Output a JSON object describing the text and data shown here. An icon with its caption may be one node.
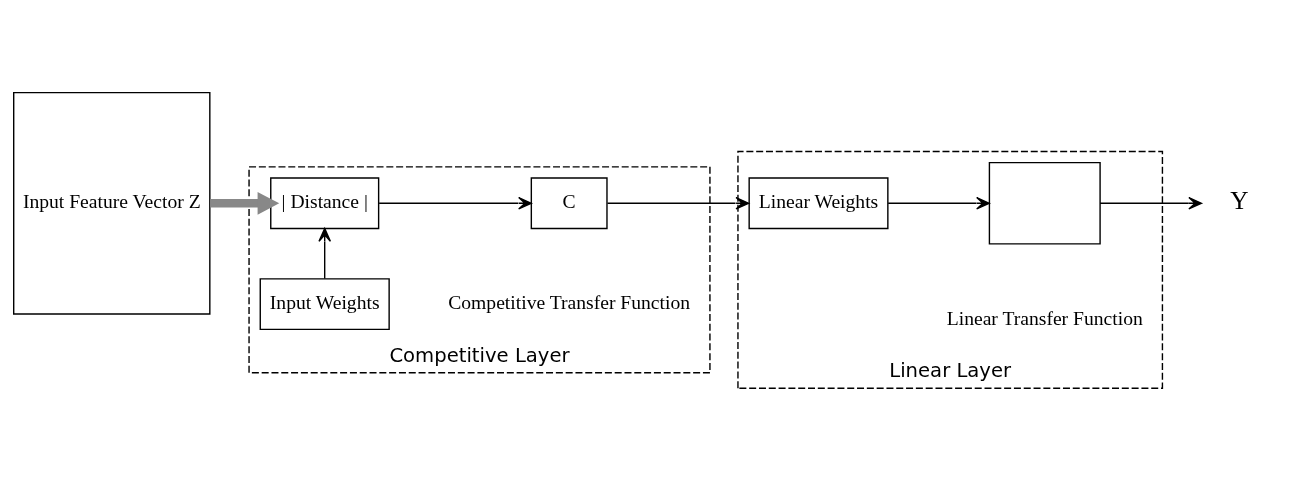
{
  "diagram": {
    "nodes": [
      {
        "text": [
          "Input Feature Vector Z"
        ]
      },
      {
        "text": [
          "Competitive Layer"
        ]
      },
      {
        "text": [
          "Input Weights"
        ],
        "in": 1
      },
      {
        "text": [
          "| Distance |"
        ],
        "in": 1
      },
      {
        "text": [
          "C"
        ],
        "in": 1,
        "beside": [
          "Competitive Transfer Function"
        ]
      },
      {
        "text": [
          "Linear Layer"
        ]
      },
      {
        "text": [
          "Linear Weights"
        ],
        "in": 5
      },
      {
        "text": [],
        "shape": "box",
        "in": 5,
        "beside": [
          "Linear Transfer Function"
        ]
      },
      {
        "text": [
          "Y"
        ]
      }
    ],
    "edges": [
      {
        "from": 0,
        "to": 3,
        "arrow": "to",
        "style": "thick",
        "color": "#888888"
      },
      {
        "from": 2,
        "to": 3,
        "arrow": "to"
      },
      {
        "from": 3,
        "to": 4,
        "arrow": "to"
      },
      {
        "from": 4,
        "to": 6,
        "arrow": "to"
      },
      {
        "from": 6,
        "to": 7,
        "arrow": "to"
      },
      {
        "from": 7,
        "to": 8,
        "arrow": "to"
      }
    ]
  }
}
